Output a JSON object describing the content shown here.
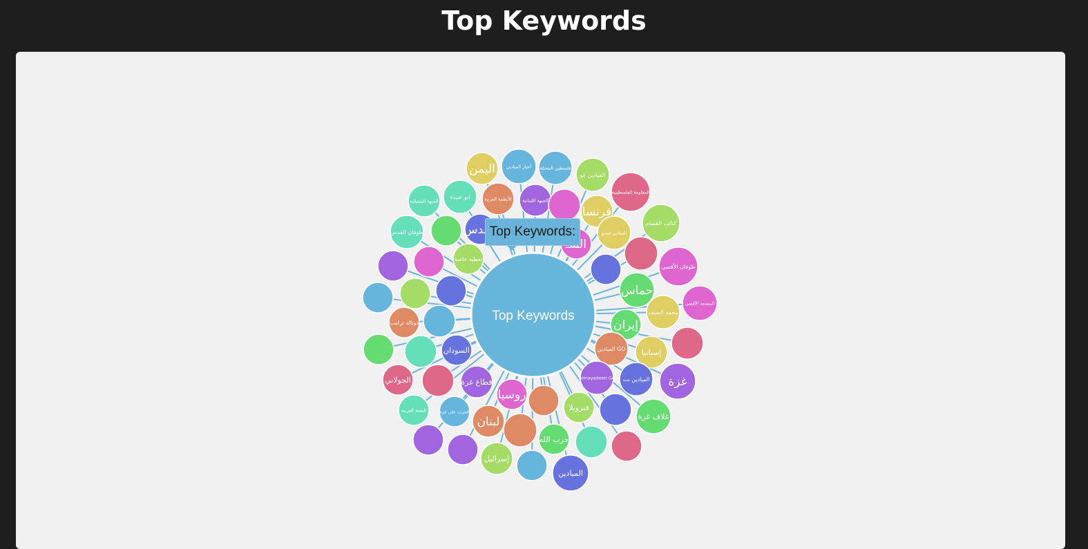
{
  "header": {
    "title": "Top Keywords"
  },
  "tooltip": {
    "text": "Top Keywords:"
  },
  "graph": {
    "center": {
      "label": "Top Keywords",
      "color": "#69b6dc"
    },
    "link_color": "#6cb4dc",
    "nodes": [
      {
        "label": "اليمن",
        "color": "#dfcf63"
      },
      {
        "label": "أخبار الميادين",
        "color": "#65b5dc"
      },
      {
        "label": "فلسطين المحتلة",
        "color": "#65b5dc"
      },
      {
        "label": "الميادين غو",
        "color": "#a4dc65"
      },
      {
        "label": "المقاومة الفلسطينية",
        "color": "#df6787"
      },
      {
        "label": "ابو عبيدة",
        "color": "#65dfb9"
      },
      {
        "label": "الأنظمة العربية",
        "color": "#df8a65"
      },
      {
        "label": "الجبهة اللبنانية",
        "color": "#a065df"
      },
      {
        "label": "",
        "color": "#df65d0"
      },
      {
        "label": "فرنسا",
        "color": "#dfcf63"
      },
      {
        "label": "الجبهة الشمالية",
        "color": "#65dfb9"
      },
      {
        "label": "كتائب القسام",
        "color": "#a4dc65"
      },
      {
        "label": "طوفان القدس",
        "color": "#65dfb9"
      },
      {
        "label": "",
        "color": "#65dc72"
      },
      {
        "label": "القدس",
        "color": "#6673df"
      },
      {
        "label": "الميادين فيديو",
        "color": "#dfcf63"
      },
      {
        "label": "الشـ",
        "color": "#df65d0"
      },
      {
        "label": "",
        "color": "#df6787"
      },
      {
        "label": "طوفان الأقصى",
        "color": "#df65d0"
      },
      {
        "label": "",
        "color": "#a065df"
      },
      {
        "label": "",
        "color": "#df65d0"
      },
      {
        "label": "تغطية خاصة",
        "color": "#a4dc65"
      },
      {
        "label": "",
        "color": "#6673df"
      },
      {
        "label": "حماس",
        "color": "#65dc72"
      },
      {
        "label": "المسجد الأقصى",
        "color": "#df65d0"
      },
      {
        "label": "",
        "color": "#65b5dc"
      },
      {
        "label": "",
        "color": "#a4dc65"
      },
      {
        "label": "",
        "color": "#6673df"
      },
      {
        "label": "محمد الضيف",
        "color": "#dfcf63"
      },
      {
        "label": "دونالد ترامب",
        "color": "#df8a65"
      },
      {
        "label": "",
        "color": "#65b5dc"
      },
      {
        "label": "إيران",
        "color": "#65dc72"
      },
      {
        "label": "",
        "color": "#df6787"
      },
      {
        "label": "",
        "color": "#65dc72"
      },
      {
        "label": "",
        "color": "#65dfb9"
      },
      {
        "label": "السودان",
        "color": "#6673df"
      },
      {
        "label": "الميادين GO",
        "color": "#df8a65"
      },
      {
        "label": "إسبانيا",
        "color": "#dfcf63"
      },
      {
        "label": "الجولاني",
        "color": "#df6787"
      },
      {
        "label": "",
        "color": "#df6787"
      },
      {
        "label": "قطاع غزة",
        "color": "#a065df"
      },
      {
        "label": "روسيا",
        "color": "#df65d0"
      },
      {
        "label": "",
        "color": "#df8a65"
      },
      {
        "label": "Almayadeen Go",
        "color": "#a065df"
      },
      {
        "label": "الميادين نت",
        "color": "#6673df"
      },
      {
        "label": "غزة",
        "color": "#a065df"
      },
      {
        "label": "الضفة الغربية",
        "color": "#65dfb9"
      },
      {
        "label": "الحرب على غزة",
        "color": "#65b5dc"
      },
      {
        "label": "فنزويلا",
        "color": "#a4dc65"
      },
      {
        "label": "",
        "color": "#6673df"
      },
      {
        "label": "غلاف غزة",
        "color": "#65dc72"
      },
      {
        "label": "لبنان",
        "color": "#df8a65"
      },
      {
        "label": "",
        "color": "#df8a65"
      },
      {
        "label": "",
        "color": "#a065df"
      },
      {
        "label": "",
        "color": "#a065df"
      },
      {
        "label": "حزب الله",
        "color": "#65dc72"
      },
      {
        "label": "",
        "color": "#65dfb9"
      },
      {
        "label": "",
        "color": "#df6787"
      },
      {
        "label": "إسرائيل",
        "color": "#a4dc65"
      },
      {
        "label": "",
        "color": "#65b5dc"
      },
      {
        "label": "الميادين",
        "color": "#6673df"
      }
    ]
  }
}
